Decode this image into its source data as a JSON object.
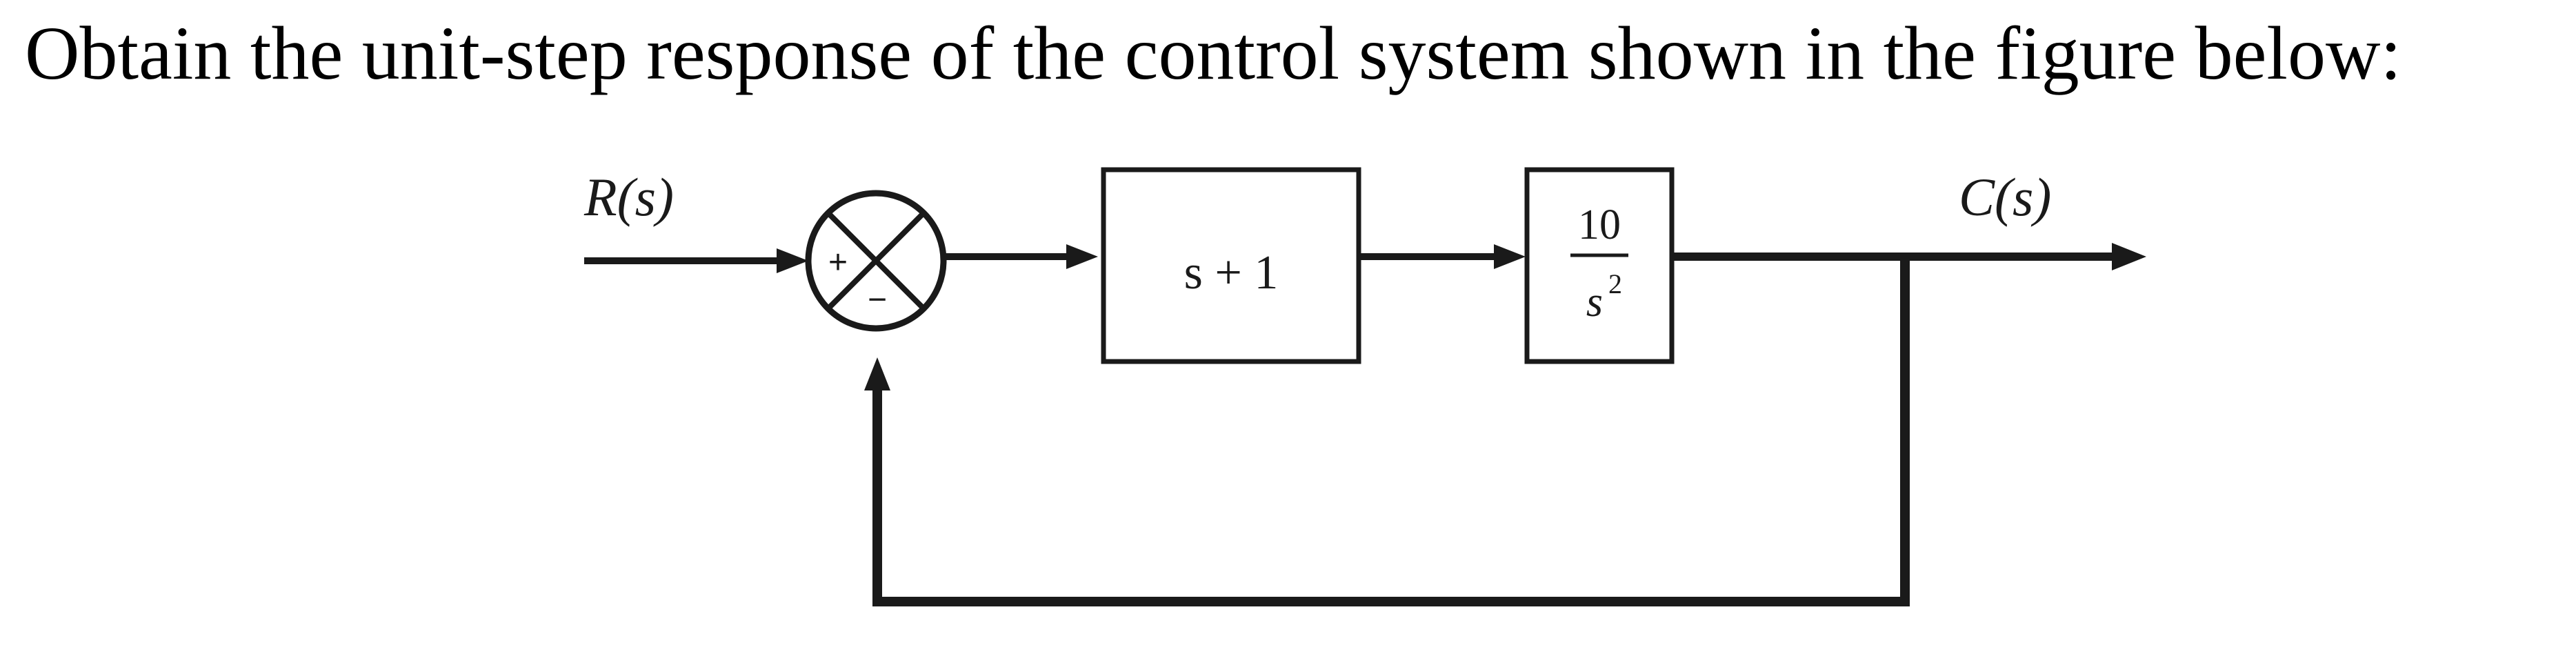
{
  "question": {
    "text": "Obtain the unit-step response of the control system shown in the figure below:"
  },
  "diagram": {
    "input_label": "R(s)",
    "output_label": "C(s)",
    "summing_junction": {
      "plus_sign": "+",
      "minus_sign": "−"
    },
    "controller_block": {
      "transfer_function": "s + 1"
    },
    "plant_block": {
      "numerator": "10",
      "denominator_base": "s",
      "denominator_exponent": "2"
    }
  },
  "colors": {
    "text": "#000000",
    "line": "#1a1a1a",
    "background": "#ffffff"
  }
}
